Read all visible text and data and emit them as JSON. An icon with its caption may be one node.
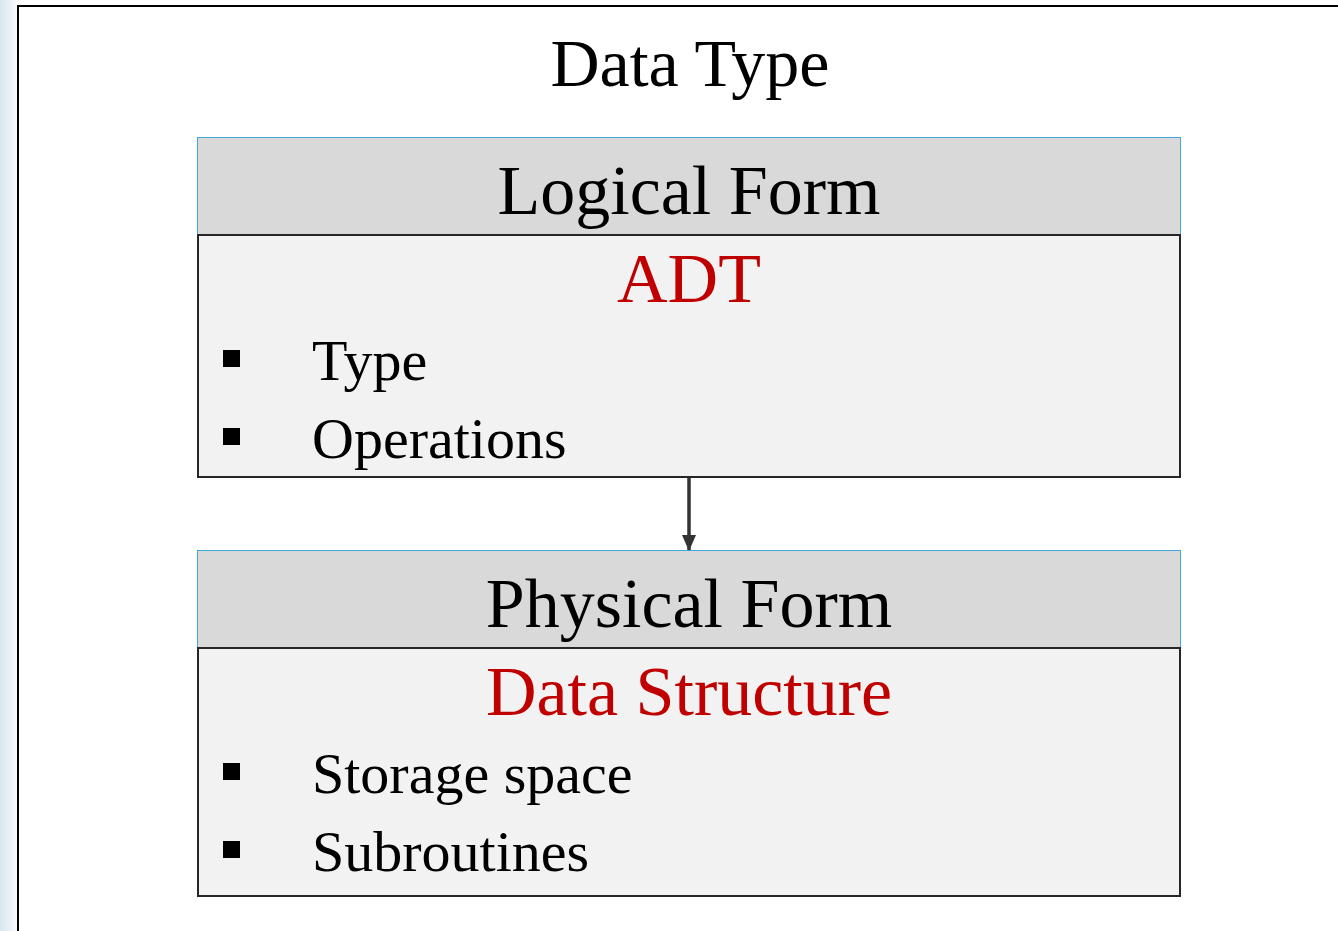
{
  "diagram": {
    "nodes": [
      {
        "text": [
          "Data Type"
        ]
      },
      {
        "text": [
          "Logical Form"
        ],
        "in": 0
      },
      {
        "text": [
          "ADT",
          "Type",
          "Operations"
        ],
        "in": 0
      },
      {
        "text": [
          "Physical Form"
        ],
        "in": 0
      },
      {
        "text": [
          "Data Structure",
          "Storage space",
          "Subroutines"
        ],
        "in": 0
      }
    ],
    "edges": [
      {
        "from": 2,
        "to": 3,
        "arrow": "to"
      }
    ]
  }
}
